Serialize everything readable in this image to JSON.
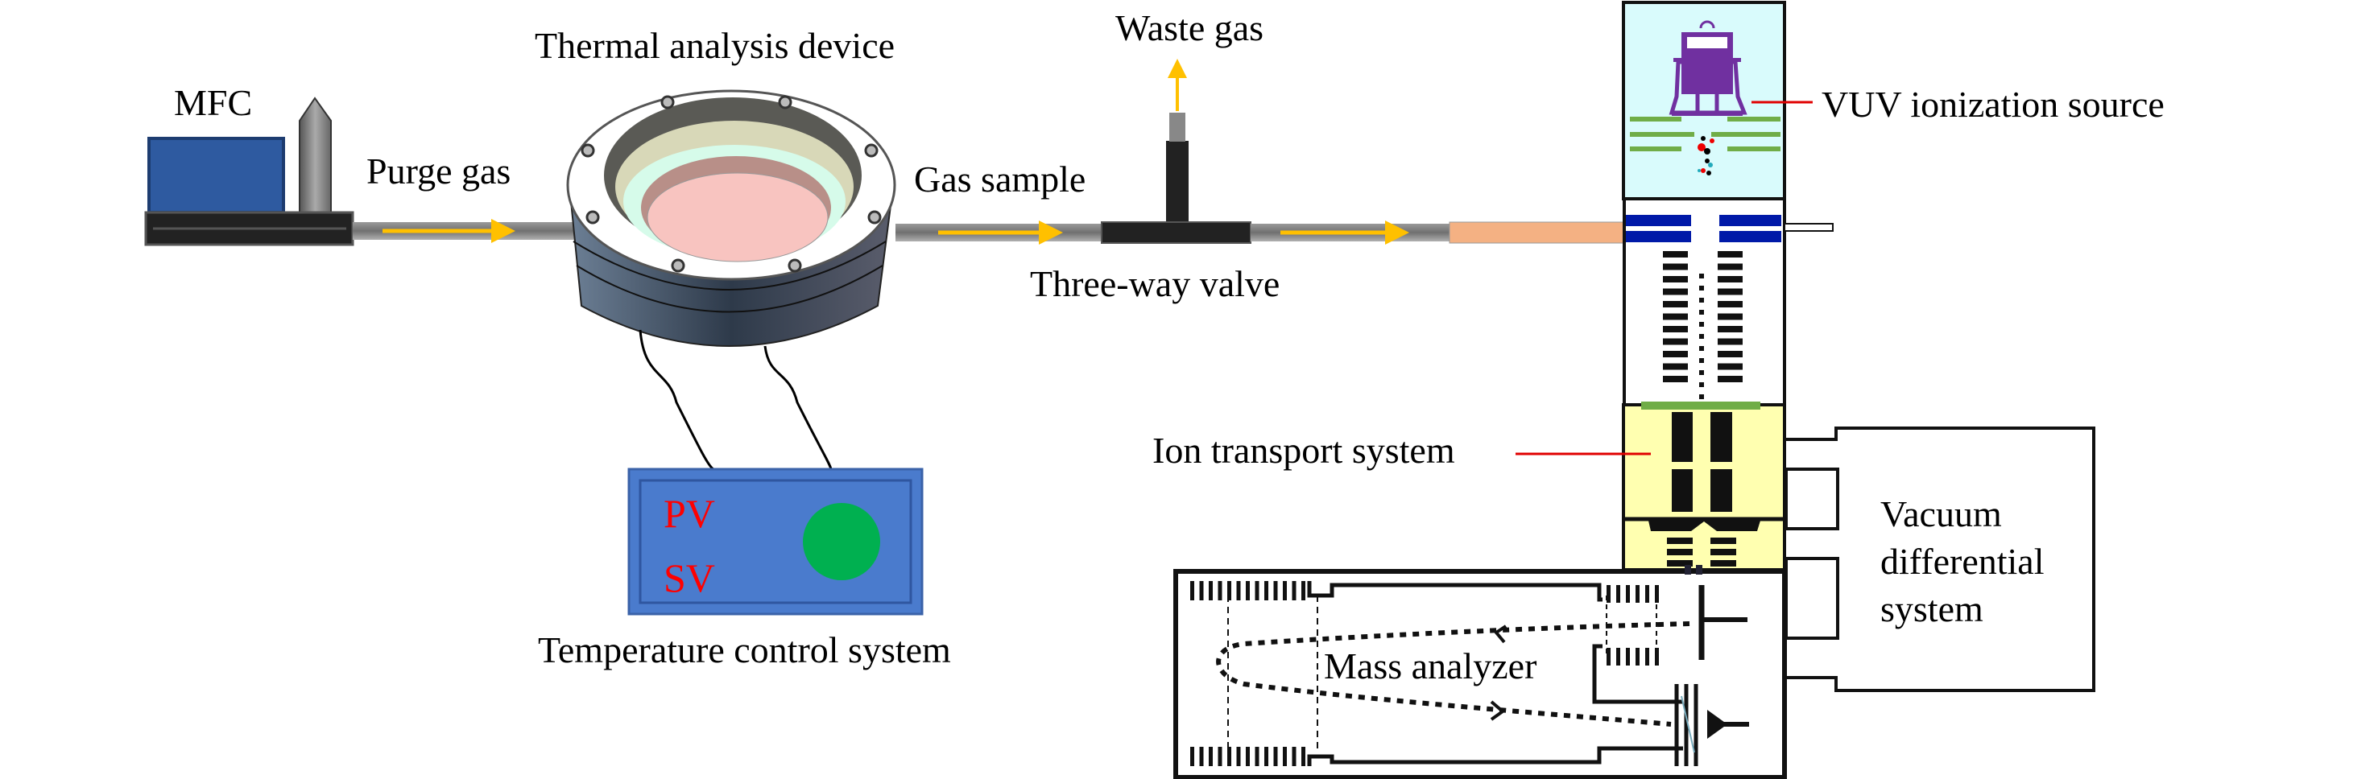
{
  "labels": {
    "mfc": "MFC",
    "thermal_device": "Thermal analysis device",
    "waste_gas": "Waste gas",
    "vuv_source": "VUV ionization source",
    "purge_gas": "Purge gas",
    "gas_sample": "Gas sample",
    "three_way_valve": "Three-way valve",
    "ion_transport": "Ion transport system",
    "vacuum_line1": "Vacuum",
    "vacuum_line2": "differential",
    "vacuum_line3": "system",
    "mass_analyzer": "Mass analyzer",
    "temperature_control": "Temperature control system"
  },
  "controller": {
    "pv": "PV",
    "sv": "SV"
  },
  "colors": {
    "mfc_blue": "#2e5aa0",
    "controller_blue": "#4a7bcd",
    "indicator_green": "#00b050",
    "flow_arrow": "#ffc000",
    "vuv_bg": "#d9fbfc",
    "lamp_purple": "#7030a0",
    "plate_green": "#70ad47",
    "plate_blue": "#0019a8",
    "ion_transport_bg": "#ffffb0",
    "transfer_tube": "#f4b183",
    "leader_red": "#e00000"
  }
}
